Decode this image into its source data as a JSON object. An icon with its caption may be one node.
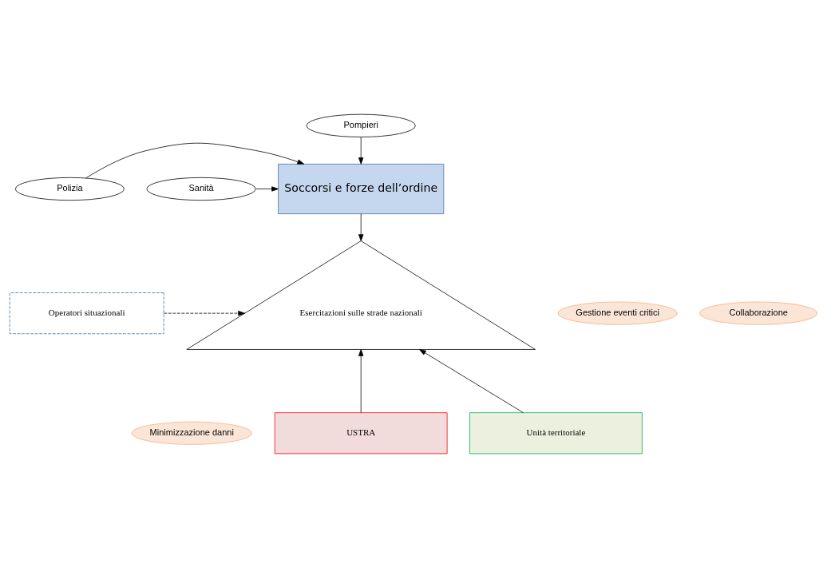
{
  "diagram": {
    "nodes": [
      {
        "text": [
          "Pompieri"
        ]
      },
      {
        "text": [
          "Polizia"
        ]
      },
      {
        "text": [
          "Soccorsi e forze dell’ordine"
        ]
      },
      {
        "text": [
          "Sanità"
        ]
      },
      {
        "text": [
          "Esercitazioni sulle strade nazionali"
        ]
      },
      {
        "text": [
          "Gestione eventi critici"
        ]
      },
      {
        "text": [
          "Collaborazione"
        ]
      },
      {
        "text": [
          "Operatori situazionali"
        ]
      },
      {
        "text": [
          "Minimizzazione danni"
        ]
      },
      {
        "text": [
          "USTRA"
        ]
      },
      {
        "text": [
          "Unità territoriale"
        ]
      }
    ],
    "edges": [
      {
        "from": 0,
        "to": 2,
        "arrow": "to"
      },
      {
        "from": 1,
        "to": 2,
        "arrow": "to"
      },
      {
        "from": 3,
        "to": 2,
        "arrow": "to"
      },
      {
        "from": 2,
        "to": 4,
        "arrow": "to"
      },
      {
        "from": 9,
        "to": 4,
        "arrow": "to"
      },
      {
        "from": 10,
        "to": 4,
        "arrow": "to"
      },
      {
        "from": 7,
        "to": 4,
        "arrow": "to",
        "style": "dashed"
      }
    ]
  }
}
